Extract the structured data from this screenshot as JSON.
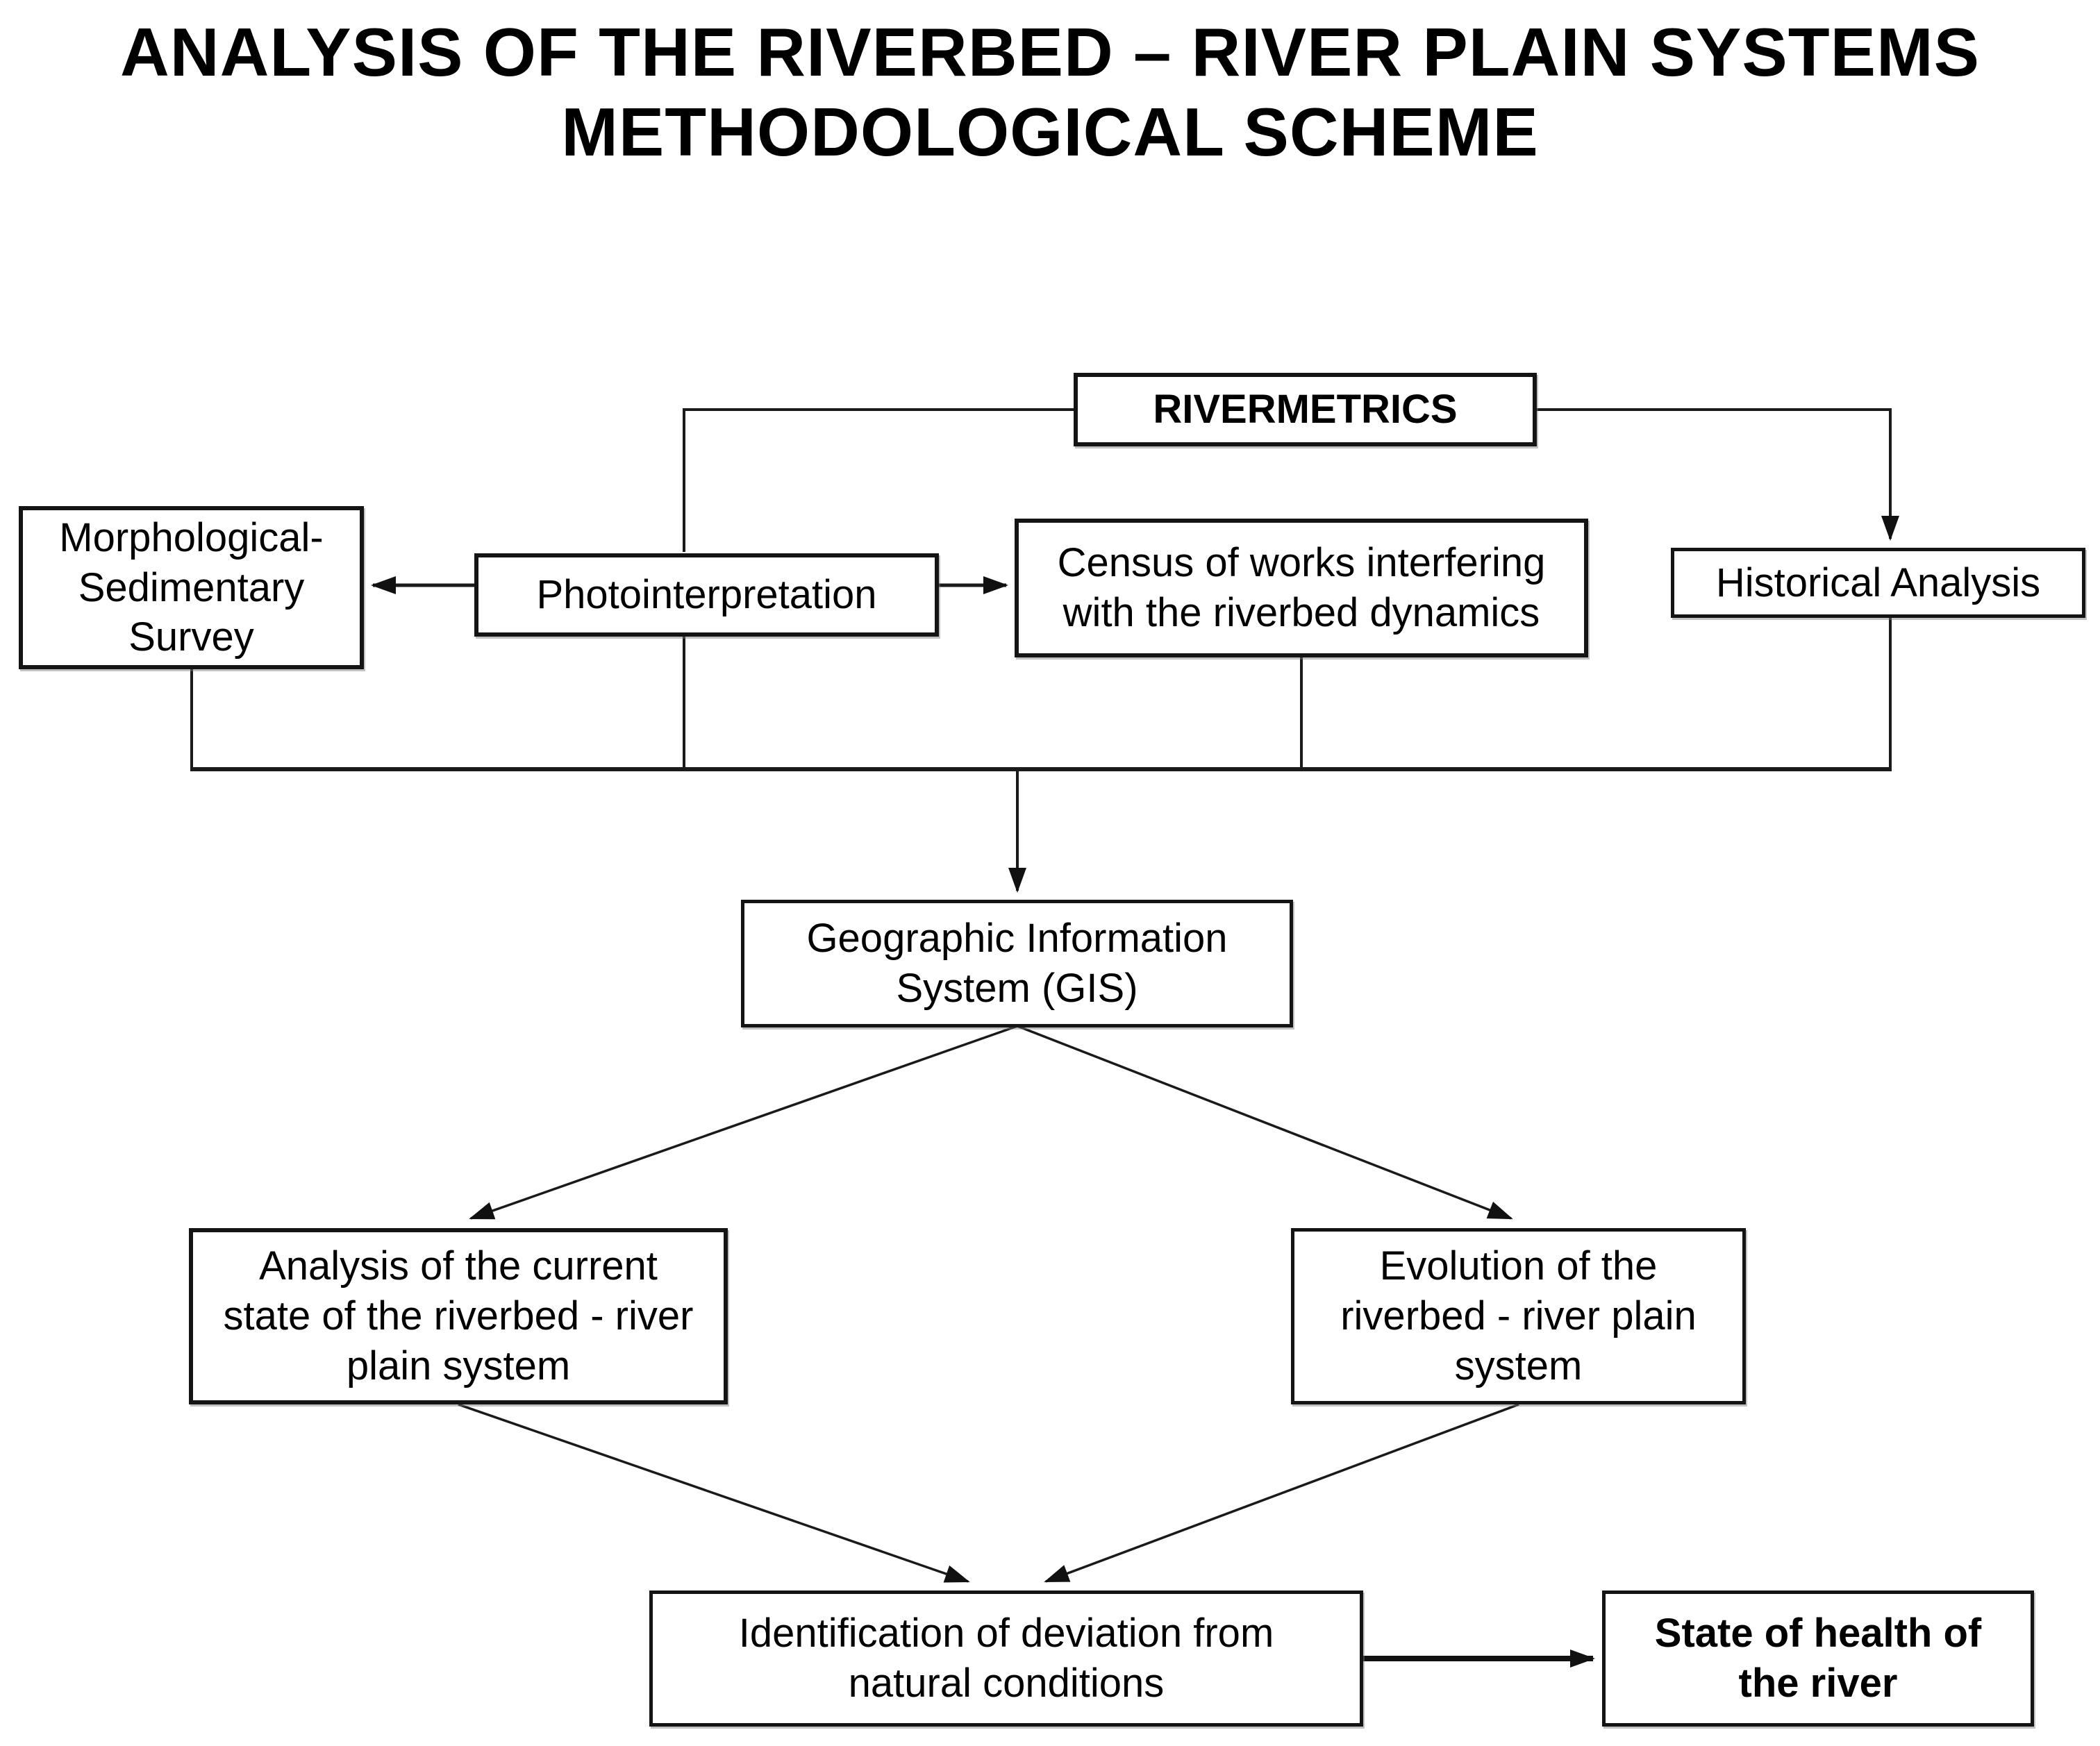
{
  "title": {
    "line1": "ANALYSIS OF THE RIVERBED – RIVER PLAIN SYSTEMS",
    "line2": "METHODOLOGICAL SCHEME"
  },
  "nodes": {
    "rivermetrics": "RIVERMETRICS",
    "morphological_sedimentary_survey": "Morphological-\nSedimentary\nSurvey",
    "photointerpretation": "Photointerpretation",
    "census_of_works": "Census of works interfering\nwith the riverbed dynamics",
    "historical_analysis": "Historical Analysis",
    "gis": "Geographic Information\nSystem (GIS)",
    "analysis_current_state": "Analysis of the current\nstate of the riverbed - river\nplain system",
    "evolution_riverbed": "Evolution of the\nriverbed - river plain\nsystem",
    "identification_deviation": "Identification of deviation from\nnatural conditions",
    "state_of_health": "State of health of\nthe river"
  },
  "colors": {
    "background": "#ffffff",
    "box_border": "#141414",
    "text": "#000000",
    "connector": "#1a1a1a"
  }
}
